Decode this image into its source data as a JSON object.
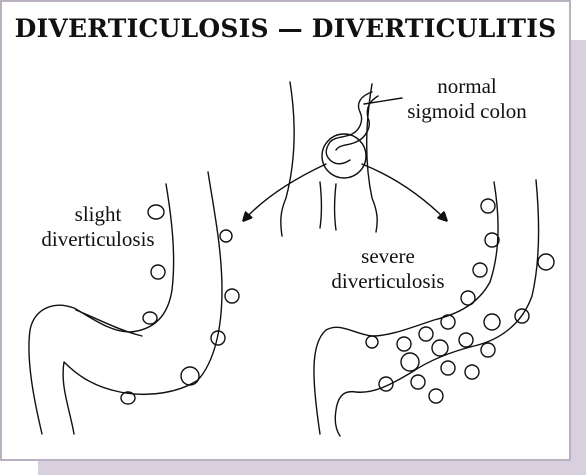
{
  "figure": {
    "title": "DIVERTICULOSIS — DIVERTICULITIS",
    "labels": {
      "normal_line1": "normal",
      "normal_line2": "sigmoid colon",
      "slight_line1": "slight",
      "slight_line2": "diverticulosis",
      "severe_line1": "severe",
      "severe_line2": "diverticulosis"
    }
  }
}
